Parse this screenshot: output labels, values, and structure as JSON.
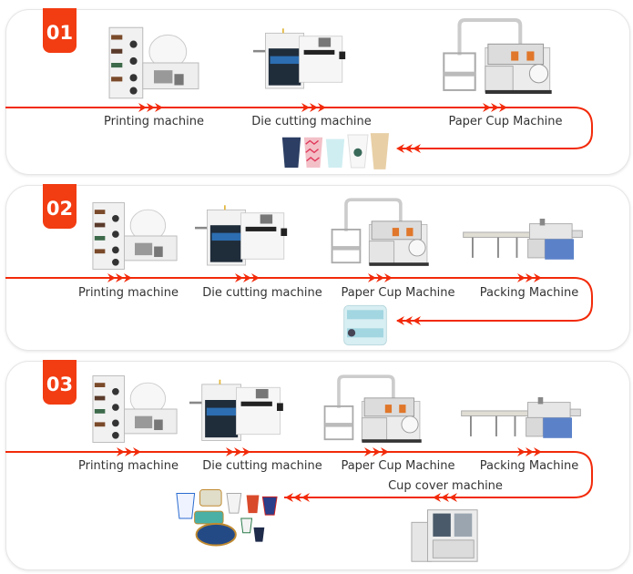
{
  "accent_color": "#f23c12",
  "line_color": "#f22a0a",
  "processes": [
    {
      "number": "01",
      "steps": [
        {
          "label": "Printing machine",
          "icon": "printing-machine-icon"
        },
        {
          "label": "Die cutting machine",
          "icon": "die-cutting-machine-icon"
        },
        {
          "label": "Paper Cup Machine",
          "icon": "paper-cup-machine-icon"
        }
      ],
      "output": {
        "icon": "paper-cups-icon"
      }
    },
    {
      "number": "02",
      "steps": [
        {
          "label": "Printing machine",
          "icon": "printing-machine-icon"
        },
        {
          "label": "Die cutting machine",
          "icon": "die-cutting-machine-icon"
        },
        {
          "label": "Paper Cup Machine",
          "icon": "paper-cup-machine-icon"
        },
        {
          "label": "Packing Machine",
          "icon": "packing-machine-icon"
        }
      ],
      "output": {
        "icon": "packed-cups-icon"
      }
    },
    {
      "number": "03",
      "steps": [
        {
          "label": "Printing machine",
          "icon": "printing-machine-icon"
        },
        {
          "label": "Die cutting machine",
          "icon": "die-cutting-machine-icon"
        },
        {
          "label": "Paper Cup Machine",
          "icon": "paper-cup-machine-icon"
        },
        {
          "label": "Packing Machine",
          "icon": "packing-machine-icon"
        }
      ],
      "extra_step": {
        "label": "Cup cover machine",
        "icon": "cup-cover-machine-icon"
      },
      "output": {
        "icon": "cups-and-bowls-icon"
      }
    }
  ]
}
